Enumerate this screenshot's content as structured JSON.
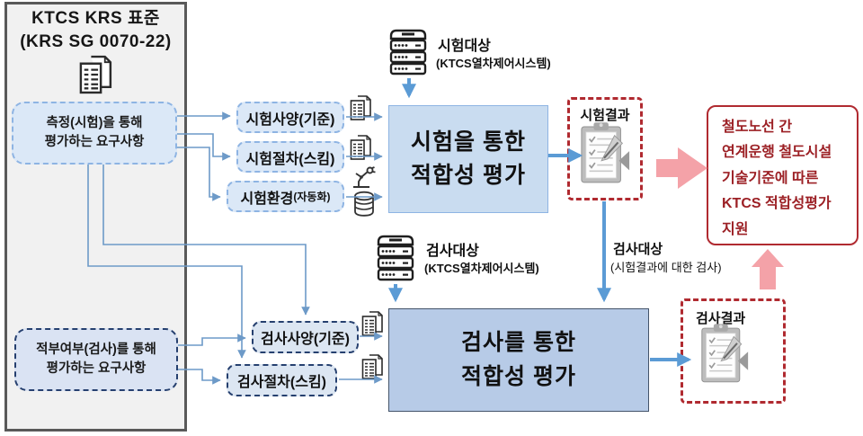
{
  "left_panel": {
    "title": "KTCS KRS 표준\n(KRS SG 0070-22)",
    "req_test": "측정(시험)을 통해\n평가하는 요구사항",
    "req_inspect": "적부여부(검사)를 통해\n평가하는 요구사항"
  },
  "test_flow": {
    "input_spec": "시험사양(기준)",
    "input_proc": "시험절차(스킴)",
    "input_env": "시험환경",
    "input_env_suffix": "(자동화)",
    "target_title": "시험대상",
    "target_subtitle": "(KTCS열차제어시스템)",
    "process": "시험을 통한\n적합성 평가",
    "result": "시험결과"
  },
  "inspect_flow": {
    "input_spec": "검사사양(기준)",
    "input_proc": "검사절차(스킴)",
    "target_title": "검사대상",
    "target_subtitle": "(KTCS열차제어시스템)",
    "process": "검사를 통한\n적합성 평가",
    "result": "검사결과",
    "link_title": "검사대상",
    "link_subtitle": "(시험결과에 대한 검사)"
  },
  "outcome": {
    "text": "철도노선 간\n연계운행 철도시설\n기술기준에 따른\nKTCS 적합성평가\n지원"
  },
  "colors": {
    "accent_blue": "#5b9bd5",
    "connector_blue": "#6d9ac8",
    "light_fill": "#dbe8f7",
    "process_fill_test": "#c9dcf0",
    "process_fill_inspect": "#b7cbe7",
    "dashed_light_border": "#8eb4e3",
    "dashed_dark_border": "#26406f",
    "red": "#b02a30",
    "pink": "#f4a2a8"
  }
}
